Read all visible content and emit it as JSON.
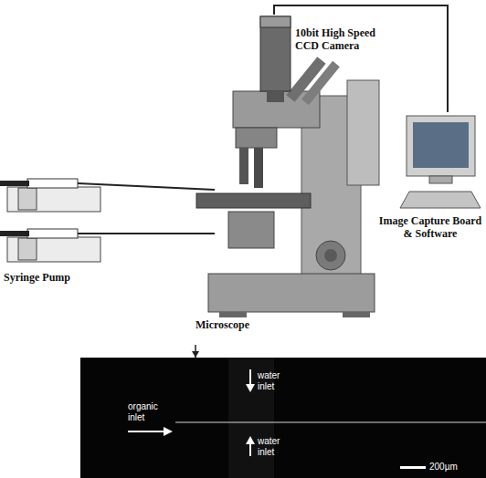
{
  "diagram": {
    "nodes": [
      {
        "text": [
          "10bit High Speed CCD Camera"
        ]
      },
      {
        "text": [
          "Image Capture Board & Software"
        ]
      },
      {
        "text": [
          "Syringe Pump"
        ]
      },
      {
        "text": [
          "Microscope"
        ]
      },
      {
        "text": [
          "water inlet",
          "organic inlet",
          "water inlet",
          "200µm"
        ]
      }
    ],
    "edges": [
      {
        "from": 0,
        "to": 1,
        "arrow": "none"
      },
      {
        "from": 2,
        "to": 3,
        "arrow": "none"
      },
      {
        "from": 3,
        "to": 4,
        "arrow": "to"
      }
    ]
  }
}
